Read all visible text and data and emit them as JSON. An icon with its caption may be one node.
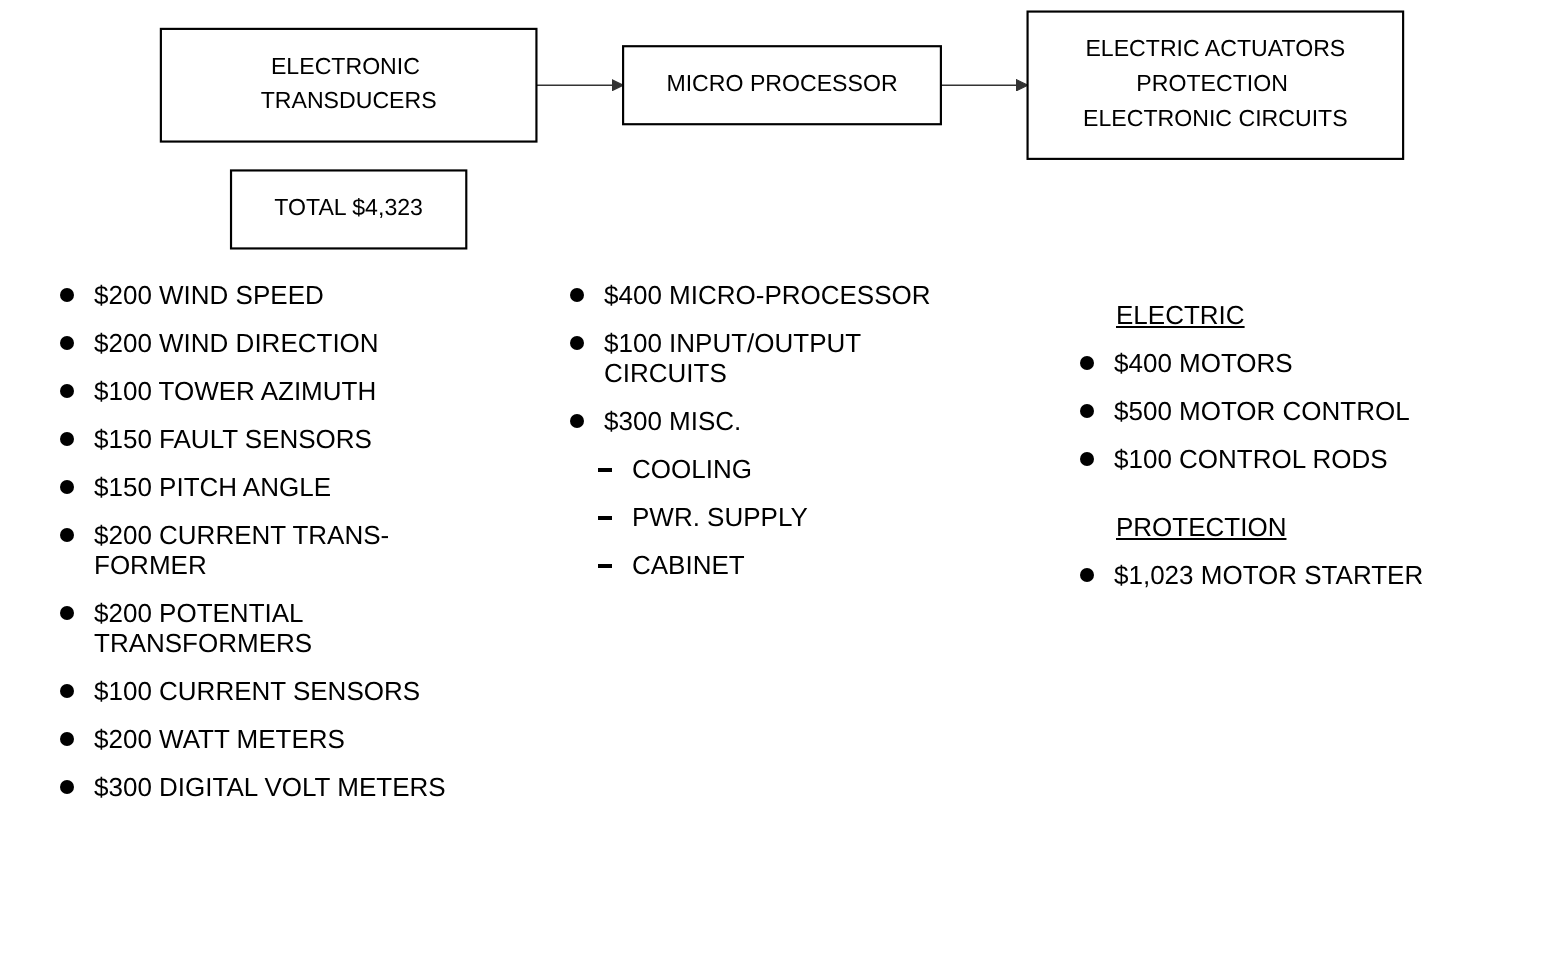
{
  "diagram": {
    "nodes": [
      {
        "text": [
          "ELECTRONIC TRANSDUCERS"
        ]
      },
      {
        "text": [
          "MICRO PROCESSOR"
        ]
      },
      {
        "text": [
          "ELECTRIC ACTUATORS",
          "PROTECTION ELECTRONIC CIRCUITS"
        ]
      },
      {
        "text": [
          "TOTAL $4,323"
        ]
      }
    ],
    "edges": [
      {
        "from": 0,
        "to": 1,
        "arrow": "to"
      },
      {
        "from": 1,
        "to": 2,
        "arrow": "to"
      }
    ],
    "labels": [
      "$200 WIND SPEED",
      "$200 WIND DIRECTION",
      "$100 TOWER AZIMUTH",
      "$150 FAULT SENSORS",
      "$150 PITCH ANGLE",
      "$200 CURRENT TRANS- FORMER",
      "$200 POTENTIAL TRANSFORMERS",
      "$100 CURRENT SENSORS",
      "$200 WATT METERS",
      "$300 DIGITAL VOLT METERS",
      "$400 MICRO-PROCESSOR",
      "$100 INPUT/OUTPUT CIRCUITS",
      "$300 MISC.",
      "COOLING",
      "PWR. SUPPLY",
      "CABINET",
      "ELECTRIC",
      "$400 MOTORS",
      "$500 MOTOR CONTROL",
      "$100 CONTROL RODS",
      "PROTECTION",
      "$1,023 MOTOR STARTER"
    ]
  }
}
